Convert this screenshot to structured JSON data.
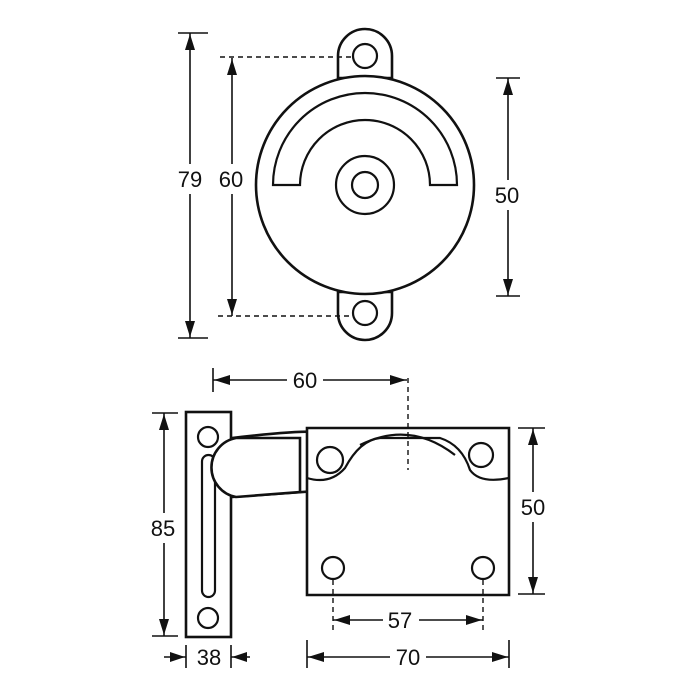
{
  "dimensions": {
    "top_overall_height": "79",
    "top_hole_spacing": "60",
    "top_body_diameter": "50",
    "side_width": "60",
    "side_height": "50",
    "plate_height": "85",
    "plate_width": "38",
    "hole_spacing": "57",
    "overall_width": "70"
  }
}
